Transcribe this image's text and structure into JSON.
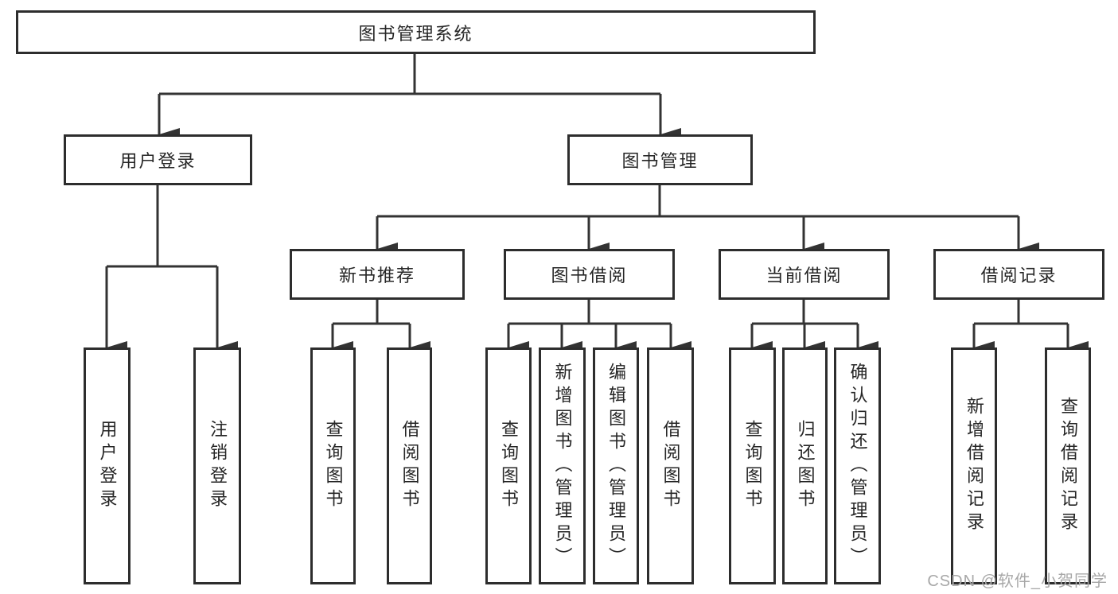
{
  "diagram": {
    "title_node": "图书管理系统",
    "level2": {
      "user_login": "用户登录",
      "book_mgmt": "图书管理"
    },
    "level3": {
      "new_book_rec": "新书推荐",
      "book_borrow": "图书借阅",
      "current_borrow": "当前借阅",
      "borrow_records": "借阅记录"
    },
    "leaves": {
      "user_login": "用户登录",
      "logout": "注销登录",
      "query_book_rec": "查询图书",
      "borrow_book_rec": "借阅图书",
      "query_book_borrow": "查询图书",
      "add_book_admin": "新增图书（管理员）",
      "edit_book_admin": "编辑图书（管理员）",
      "borrow_book_borrow": "借阅图书",
      "query_book_current": "查询图书",
      "return_book": "归还图书",
      "confirm_return_admin": "确认归还（管理员）",
      "add_borrow_record": "新增借阅记录",
      "query_borrow_record": "查询借阅记录"
    },
    "watermark": "CSDN @软件_小贺同学",
    "colors": {
      "line": "#333333",
      "border": "#2d2d2d",
      "text": "#262626",
      "watermark": "#a8a8a8",
      "background": "#ffffff"
    }
  }
}
